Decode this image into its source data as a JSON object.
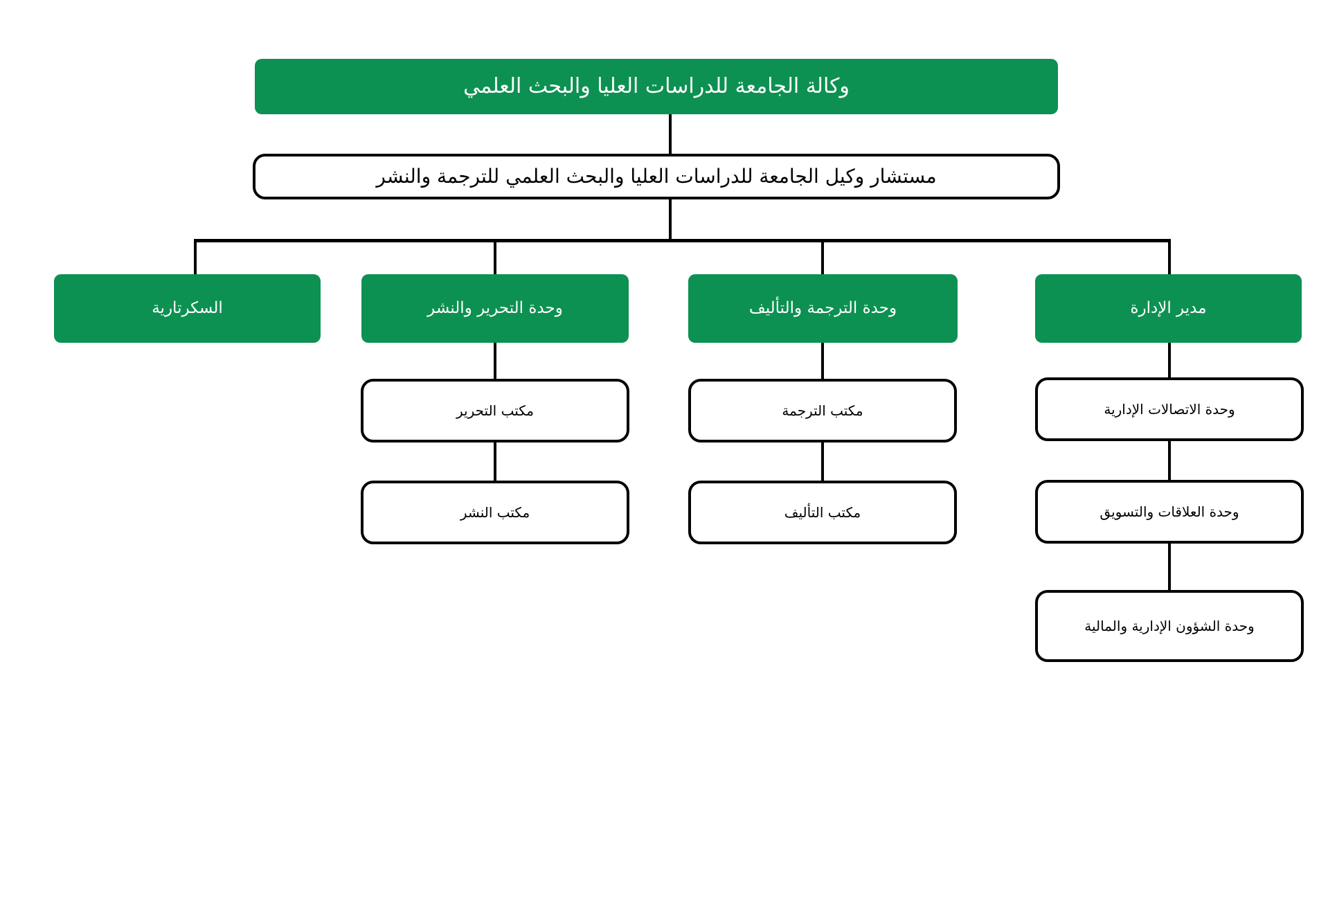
{
  "chart_title": "وكالة الجامعة للدراسات العليا والبحث العلمي",
  "colors": {
    "accent_green": "#0d9152",
    "box_border": "#000000",
    "box_fill": "#ffffff",
    "green_text": "#ffffff",
    "plain_text": "#000000",
    "page_background": "#ffffff"
  },
  "nodes": {
    "root": {
      "label": "وكالة الجامعة للدراسات العليا والبحث العلمي",
      "style": "green"
    },
    "advisor": {
      "label": "مستشار وكيل الجامعة للدراسات العليا والبحث العلمي للترجمة والنشر",
      "style": "plain"
    },
    "level3": [
      {
        "label": "السكرتارية",
        "style": "green"
      },
      {
        "label": "وحدة التحرير والنشر",
        "style": "green"
      },
      {
        "label": "وحدة الترجمة والتأليف",
        "style": "green"
      },
      {
        "label": "مدير الإدارة",
        "style": "green"
      }
    ],
    "editing_children": [
      {
        "label": "مكتب التحرير",
        "style": "plain"
      },
      {
        "label": "مكتب النشر",
        "style": "plain"
      }
    ],
    "translation_children": [
      {
        "label": "مكتب الترجمة",
        "style": "plain"
      },
      {
        "label": "مكتب التأليف",
        "style": "plain"
      }
    ],
    "administration_children": [
      {
        "label": "وحدة الاتصالات الإدارية",
        "style": "plain"
      },
      {
        "label": "وحدة العلاقات والتسويق",
        "style": "plain"
      },
      {
        "label": "وحدة الشؤون الإدارية والمالية",
        "style": "plain"
      }
    ]
  }
}
